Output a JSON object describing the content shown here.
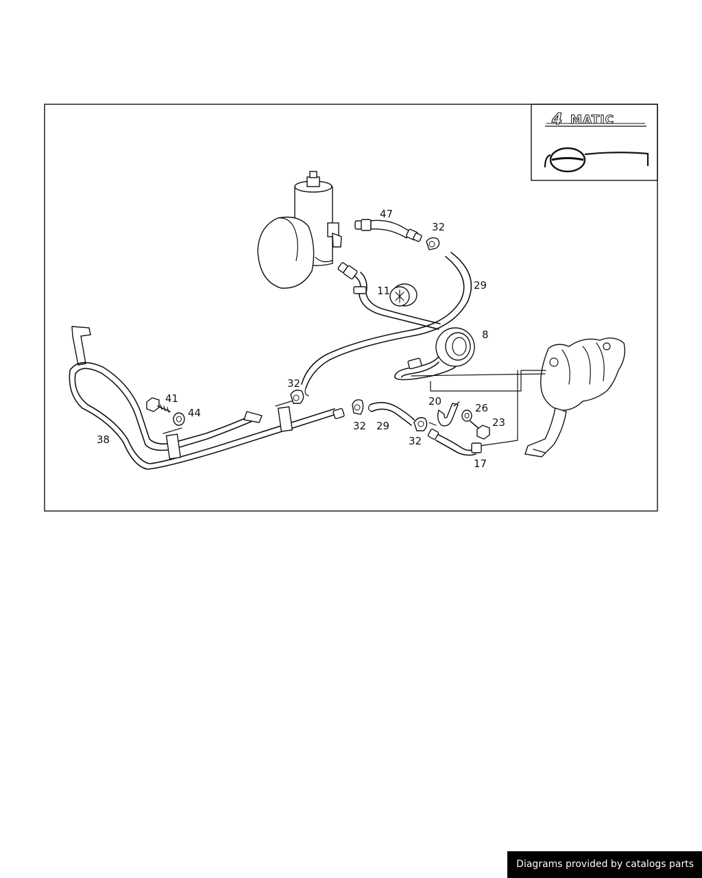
{
  "diagram": {
    "inset": {
      "logo_number": "4",
      "logo_text": "MATIC"
    },
    "callouts": [
      {
        "id": "47",
        "text": "47"
      },
      {
        "id": "32a",
        "text": "32"
      },
      {
        "id": "29a",
        "text": "29"
      },
      {
        "id": "11",
        "text": "11"
      },
      {
        "id": "8",
        "text": "8"
      },
      {
        "id": "32b",
        "text": "32"
      },
      {
        "id": "41",
        "text": "41"
      },
      {
        "id": "44",
        "text": "44"
      },
      {
        "id": "38",
        "text": "38"
      },
      {
        "id": "20",
        "text": "20"
      },
      {
        "id": "26",
        "text": "26"
      },
      {
        "id": "23",
        "text": "23"
      },
      {
        "id": "32c",
        "text": "32"
      },
      {
        "id": "29b",
        "text": "29"
      },
      {
        "id": "32d",
        "text": "32"
      },
      {
        "id": "17",
        "text": "17"
      }
    ]
  },
  "footer": {
    "credit": "Diagrams provided by catalogs parts"
  }
}
